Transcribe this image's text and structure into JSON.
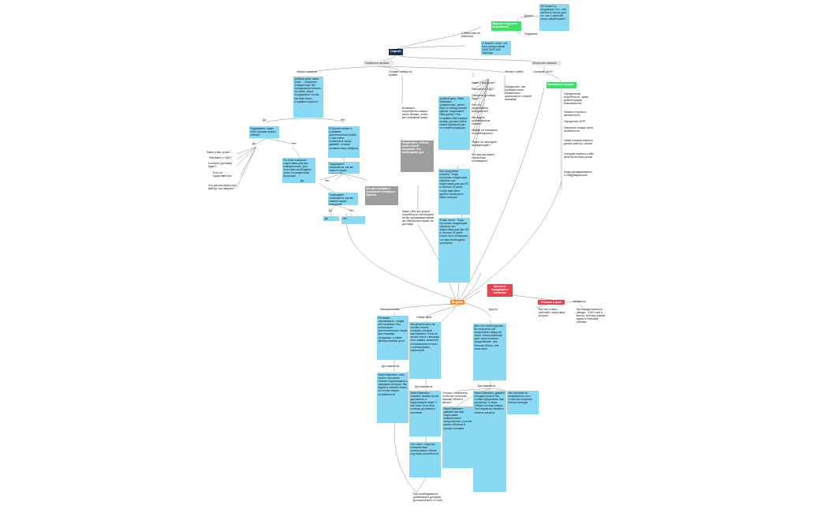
{
  "nodes": {
    "root": "Скрипт",
    "main_branch_1": "Первичное касание",
    "main_branch_2": "Вторичное касание",
    "green_top": "Вариант открытия возражений",
    "top_q": "Из Ухова К и продавцов Сон - они работать захочу для т.е. они с рабочий много заработками?",
    "branch_lady": "Дорого",
    "branch_podum": "Подумаем",
    "wait_q": "С Вами еще не работали",
    "note_free": "В Новой с ответ: мы всех предоставим БЕСПЛАТНЫЕ образцы",
    "sleep_branch": "Запрос каталога",
    "sleep_text": "Добрый день, меня зовут ... компании Альфаптица. Вы запрашивали каталог на сайте, какие координаты? хотим мы Вам лично отправить каталог?",
    "da_label_1": "Да",
    "net_label_1": "Нет",
    "blue_1": "Подскажите, какие тебе позиции нужны сейчас?",
    "blue_2": "В Группе случае я отправлю дополнительно прайс и там найти, посмотрите сразу давайте, а также оставлю нашу фабрику",
    "da_label_2": "Да",
    "net_label_2": "Нет",
    "q_block_1": "Какие у Вас сроки?",
    "q_block_2": "Работаете с НДС?",
    "q_block_3": "Смотреть доставку будет?",
    "q_block_4": "Есть ли представители конкурентов?",
    "q_block_5": "Что для вас важно при выборе поставщика?",
    "blue_3": "По этим позициям подготовим для вас коммерческое. Для этого нам необходимо знать по конкретным вопросам",
    "blue_4": "Подскажите пожалуйста, как вы можете ваших компаний?",
    "leave_branch": "Оставил заявку на прайсе",
    "leave_text": "Возможно, потребуется кликать какое письмо, чтобы мы отправили прайс",
    "cold_branch": "Звонки с сайта",
    "gray_big": "Посмотрите, отбили прайс нашей компании. Это необходимо для",
    "gray_2": "Мы фотографии с указанием некоторых фактов",
    "tail_text": "Какие тебе про услуги потребность, используем ли вы программирование, мы обналичили прайс на доставку",
    "cold_text": "Добрый день, Иван Иванович - Альфаптица, звоню Вам по поводу вашей сделки, подскажите Вам удобно? Мы отправим Вам первую заявку, должны пойти новые варианты цен по нашей продукции",
    "cold_list_1": "Какие у Вас сроки?",
    "cold_list_2": "Работаете с НДС?",
    "cold_list_3": "Смотреть доставку будет?",
    "cold_list_4": "Есть ли предложения конкурентов?",
    "cold_list_5": "Как будете производиться оплата?",
    "cold_list_6": "Можем ли отправить по прейскуранту?",
    "cold_list_7": "Нужно ли проходить аккредитацию?",
    "cold_list_8": "Что для вас важно при выборе поставщика?",
    "cold_blue_2": "Все продления понятно. Тогда поступим следующим образом: мы подготовим для вас КП в течение 30 дней, чтобы вам было удобно посмотреть наши позиции",
    "cold_blue_3": "Я вам понял. Тогда поступим следующим образом: мы подготовим для Вас КП в течение 30 дней. После чего поговорим, что вам необходимо проверить",
    "agree_branch": "Согласие на КП",
    "agree_text": "Определите, как сообщать шаги, обязательно расспросить о нашей компании",
    "green_right": "Выявление продаж",
    "right_list_1": "Определение потребности - цены, демонстрация возможностей",
    "right_list_2": "Узнаем отгрузки и экспертность",
    "right_list_3": "Определить ЛПР",
    "right_list_4": "Описание товара: цена, особенности",
    "right_list_5": "Узнай позиции клиента, делать работу с целью",
    "right_list_6": "Смотрим нюансы чтобы цена была ниже рынка",
    "right_list_7": "Когда договариваемся о следующем шаге",
    "red_main": "Ценность продукции и компании",
    "orange_1": "Возражения",
    "red_small": "Условия и цена",
    "mid_branch_1": "Фиксированная",
    "mid_branch_2": "Гибкая цена",
    "mid_branch_3": "Дорого",
    "mid_branch_4": "Мощность",
    "mid_text_right": "Все что с нами работают, наша цена устроит",
    "mid_text_right2": "Производительность завода – 1000 тонн в месяц, поэтому можем закрыть большие объемы",
    "b_col1_top": "Понимаю, переживаете, откуда мы начинаем. Мы используем дополнительные опции при отправке продукции, а также фиксированная цена",
    "b_col1_label": "Для варианты",
    "b_col1_bot": "Иван Иванович, а вы знаете при каком объеме подписываем с заводами контракт. Мы будем в полный объем на основе ваших потребностей",
    "b_col2_top": "Мы делаем цену на основе точных позиций, которые выставляете. Если не менее чем в 4 месяцах есть заявка, можем ее по возможности взять с учетом ваших пожеланий",
    "b_col2_label": "Для варианты",
    "b_col2_mid": "Иван Иванович, скажите, можем ли мы доставлять в надлежащем виде? У нас своя логистика, поэтому доставим и поставим",
    "b_col2_bot": "Что такое, тогда мы поможем вам скомпоновать объем под ваши потребности",
    "b_col3_top": "Для того чтобы дороже вы получили, мы предлагаем скидку на заказ. Наша компания дает персональное предложение: чем больше объем, тем ниже цена",
    "b_col3_label": "Для варианты",
    "b_col3_a": "Сколько обозначить, чтобы вы получили нужный объем в месяц?",
    "b_col3_b": "Иван Иванович, давайте мы вам подготовим коммерческое предложение с учетом ваших объемов и сроков поставки",
    "b_col3_c": "Иван Иванович, давайте обсудим оплату. Мы готовы предложить вам рассрочку, а также гибкую систему скидок. Тем самым вы сможете снизить затраты",
    "b_col3_d": "Мы смотрим на возможность того, чтобы вы получили больше выгоды",
    "bottom_text": "При необходимости добавляем в доставку дополнительно 10 тонн"
  }
}
